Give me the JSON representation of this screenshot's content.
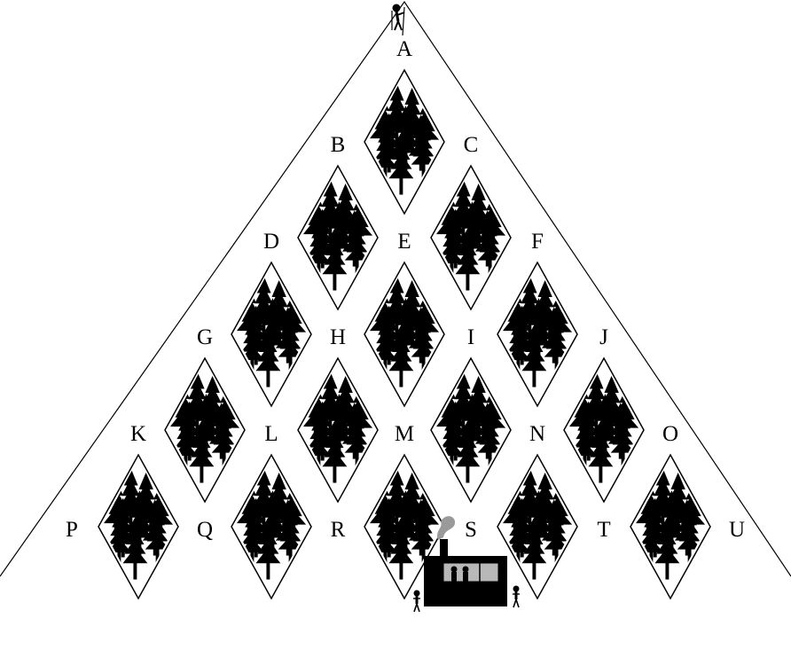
{
  "diagram": {
    "mountain_color": "#000000",
    "tree_color": "#000000",
    "cabin_color": "#000000",
    "cabin_window_color": "#b8b8b8",
    "smoke_color": "#9a9a9a",
    "labels": [
      {
        "id": "A",
        "text": "A"
      },
      {
        "id": "B",
        "text": "B"
      },
      {
        "id": "C",
        "text": "C"
      },
      {
        "id": "D",
        "text": "D"
      },
      {
        "id": "E",
        "text": "E"
      },
      {
        "id": "F",
        "text": "F"
      },
      {
        "id": "G",
        "text": "G"
      },
      {
        "id": "H",
        "text": "H"
      },
      {
        "id": "I",
        "text": "I"
      },
      {
        "id": "J",
        "text": "J"
      },
      {
        "id": "K",
        "text": "K"
      },
      {
        "id": "L",
        "text": "L"
      },
      {
        "id": "M",
        "text": "M"
      },
      {
        "id": "N",
        "text": "N"
      },
      {
        "id": "O",
        "text": "O"
      },
      {
        "id": "P",
        "text": "P"
      },
      {
        "id": "Q",
        "text": "Q"
      },
      {
        "id": "R",
        "text": "R"
      },
      {
        "id": "S",
        "text": "S"
      },
      {
        "id": "T",
        "text": "T"
      },
      {
        "id": "U",
        "text": "U"
      }
    ],
    "forests": [
      {
        "id": "AEB-forest"
      },
      {
        "id": "BCE-forest"
      },
      {
        "id": "CF-forest"
      },
      {
        "id": "DH-forest"
      },
      {
        "id": "EI-forest"
      },
      {
        "id": "FJ-forest"
      },
      {
        "id": "GL-forest"
      },
      {
        "id": "HM-forest"
      },
      {
        "id": "IN-forest"
      },
      {
        "id": "JO-forest"
      },
      {
        "id": "KQ-forest"
      },
      {
        "id": "LR-forest"
      },
      {
        "id": "MS-forest"
      },
      {
        "id": "NT-forest"
      },
      {
        "id": "OU-forest"
      }
    ],
    "figures": [
      "climber-icon",
      "hiker-left-icon",
      "hiker-right-icon",
      "cabin-icon"
    ]
  }
}
